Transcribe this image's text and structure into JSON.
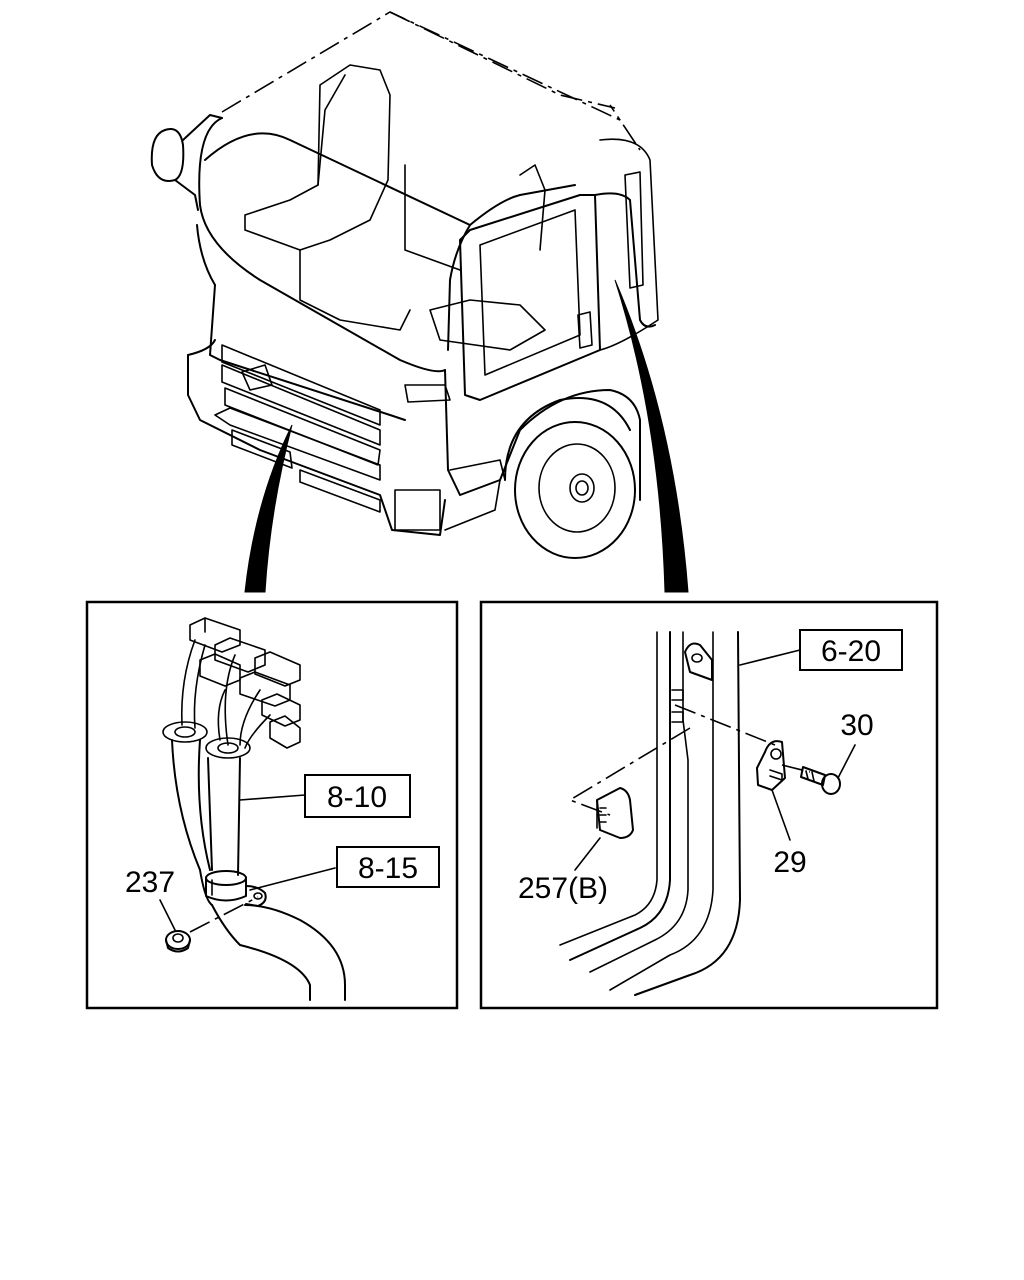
{
  "callouts": {
    "ref_8_10": "8-10",
    "ref_8_15": "8-15",
    "ref_6_20": "6-20",
    "part_237": "237",
    "part_30": "30",
    "part_29": "29",
    "part_257b": "257(B)"
  }
}
